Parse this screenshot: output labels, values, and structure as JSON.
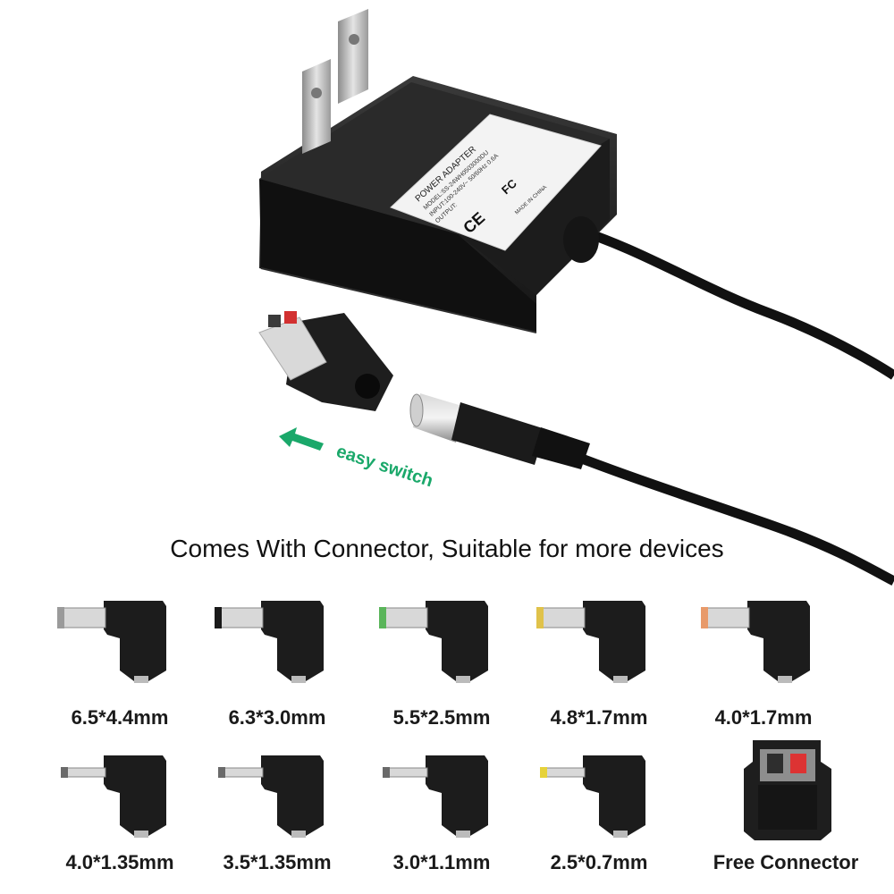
{
  "product": {
    "label_title": "POWER ADAPTER",
    "label_model": "MODEL:SS-24WH0503000DU",
    "label_input": "INPUT:100-240V~ 50/60Hz 0.6A",
    "label_output": "OUTPUT:",
    "label_made": "MADE IN CHINA",
    "label_ce": "CE",
    "label_fc": "FC"
  },
  "switch_text": "easy switch",
  "accent_color": "#1aa86a",
  "heading": "Comes With Connector, Suitable for more devices",
  "tips": [
    {
      "label": "6.5*4.4mm",
      "tip_color": "#9a9a9a"
    },
    {
      "label": "6.3*3.0mm",
      "tip_color": "#1a1a1a"
    },
    {
      "label": "5.5*2.5mm",
      "tip_color": "#5ab55a"
    },
    {
      "label": "4.8*1.7mm",
      "tip_color": "#e0c24a"
    },
    {
      "label": "4.0*1.7mm",
      "tip_color": "#e89a6a"
    },
    {
      "label": "4.0*1.35mm",
      "tip_color": "#6a6a6a"
    },
    {
      "label": "3.5*1.35mm",
      "tip_color": "#6a6a6a"
    },
    {
      "label": "3.0*1.1mm",
      "tip_color": "#6a6a6a"
    },
    {
      "label": "2.5*0.7mm",
      "tip_color": "#e6d23a"
    }
  ],
  "free_connector": "Free Connector"
}
